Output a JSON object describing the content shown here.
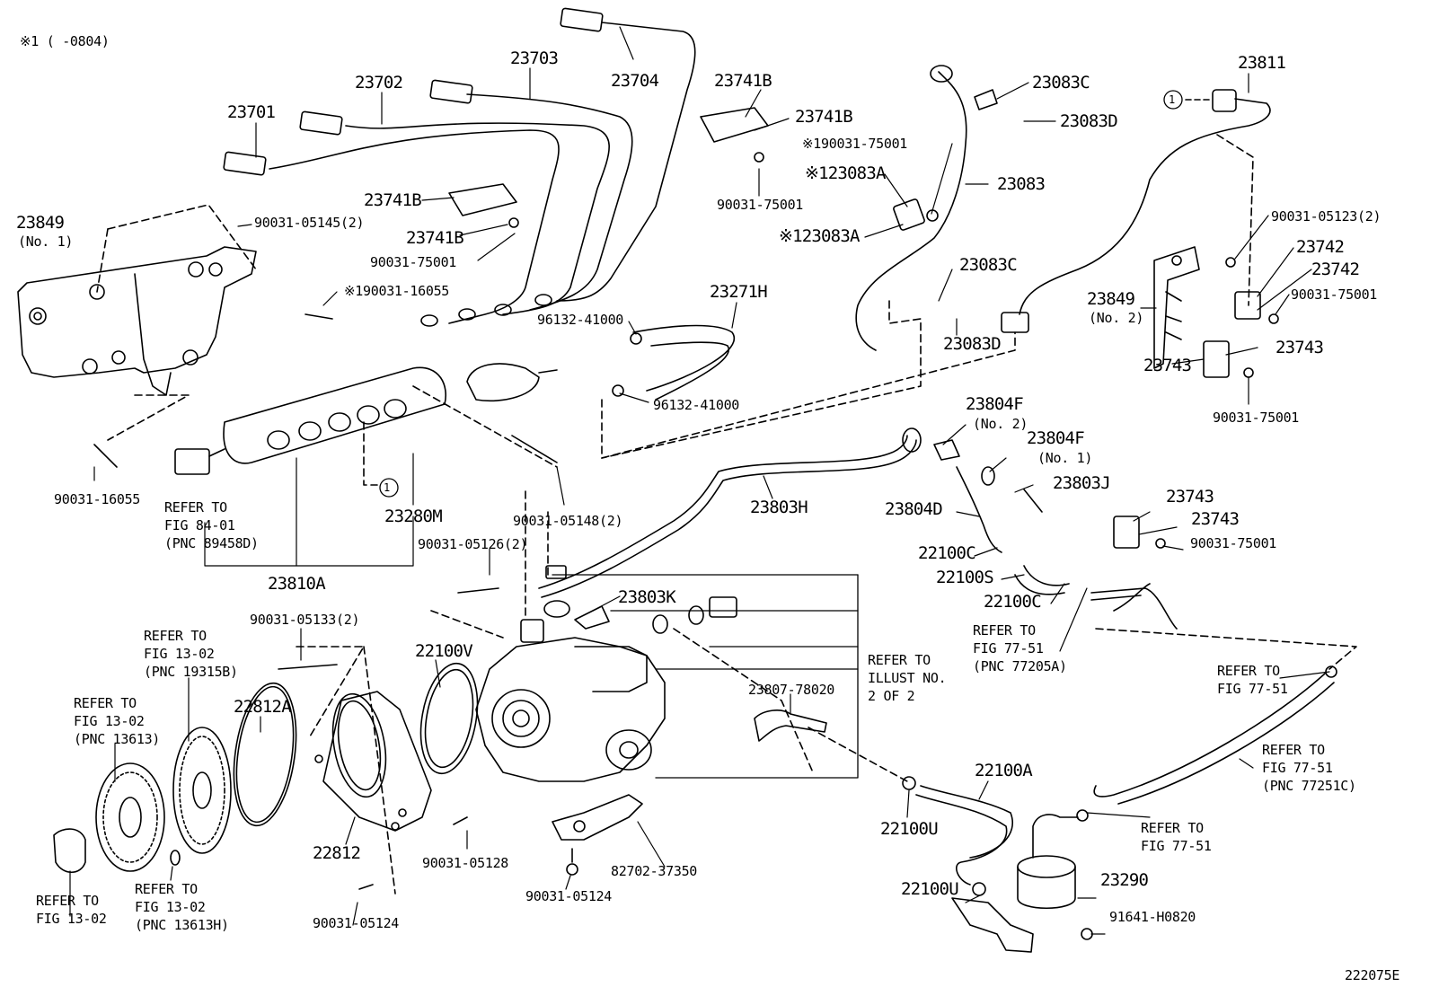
{
  "header_note": "※1 (     -0804)",
  "illustration_code": "222075E",
  "colors": {
    "line": "#000000",
    "background": "#ffffff"
  },
  "callouts": {
    "c23701": "23701",
    "c23702": "23702",
    "c23703": "23703",
    "c23704": "23704",
    "c23741B_a": "23741B",
    "c23741B_b": "23741B",
    "c23741B_c": "23741B",
    "c23741B_d": "23741B",
    "c23083C_a": "23083C",
    "c23083D_a": "23083D",
    "c190031_75001": "※190031-75001",
    "c123083A_a": "※123083A",
    "c123083A_b": "※123083A",
    "c23083": "23083",
    "c90031_75001_a": "90031-75001",
    "c90031_75001_b": "90031-75001",
    "c23811": "23811",
    "c90031_05123": "90031-05123(2)",
    "c23742_a": "23742",
    "c23742_b": "23742",
    "c90031_75001_c": "90031-75001",
    "c23849_2": "23849",
    "c23849_2_sub": "(No. 2)",
    "c23743_a": "23743",
    "c23743_b": "23743",
    "c90031_75001_d": "90031-75001",
    "c23849_1": "23849",
    "c23849_1_sub": "(No. 1)",
    "c90031_05145": "90031-05145(2)",
    "c190031_16055": "※190031-16055",
    "c23271H": "23271H",
    "c96132_41000_a": "96132-41000",
    "c96132_41000_b": "96132-41000",
    "c23083C_b": "23083C",
    "c23083D_b": "23083D",
    "c90031_16055": "90031-16055",
    "c_refer_84_01": "REFER TO\nFIG 84-01\n(PNC 89458D)",
    "c23280M": "23280M",
    "c90031_05148": "90031-05148(2)",
    "c23810A": "23810A",
    "c23803H": "23803H",
    "c23804F_2": "23804F",
    "c23804F_2_sub": "(No. 2)",
    "c23804F_1": "23804F",
    "c23804F_1_sub": "(No. 1)",
    "c23803J": "23803J",
    "c23804D": "23804D",
    "c23743_c": "23743",
    "c23743_d": "23743",
    "c90031_75001_e": "90031-75001",
    "c22100C_a": "22100C",
    "c22100S": "22100S",
    "c22100C_b": "22100C",
    "c_refer_77_51_a": "REFER TO\nFIG 77-51\n(PNC 77205A)",
    "c90031_05126": "90031-05126(2)",
    "c23803K": "23803K",
    "c90031_05133": "90031-05133(2)",
    "c_refer_13_02_a": "REFER TO\nFIG 13-02\n(PNC 19315B)",
    "c22100V": "22100V",
    "c_refer_illust": "REFER TO\nILLUST NO.\n2 OF 2",
    "c23807_78020": "23807-78020",
    "c_refer_13_02_b": "REFER TO\nFIG 13-02\n(PNC 13613)",
    "c22812A": "22812A",
    "c_refer_77_51_b": "REFER TO\nFIG 77-51",
    "c_refer_77_51_c": "REFER TO\nFIG 77-51\n(PNC 77251C)",
    "c22100A": "22100A",
    "c22100U_a": "22100U",
    "c22812": "22812",
    "c90031_05128": "90031-05128",
    "c82702_37350": "82702-37350",
    "c_refer_77_51_d": "REFER TO\nFIG 77-51",
    "c23290": "23290",
    "c22100U_b": "22100U",
    "c91641_H0820": "91641-H0820",
    "c_refer_13_02_c": "REFER TO\nFIG 13-02",
    "c_refer_13_02_d": "REFER TO\nFIG 13-02\n(PNC 13613H)",
    "c90031_05124_a": "90031-05124",
    "c90031_05124_b": "90031-05124",
    "c_marker_1_a": "1",
    "c_marker_1_b": "1"
  }
}
